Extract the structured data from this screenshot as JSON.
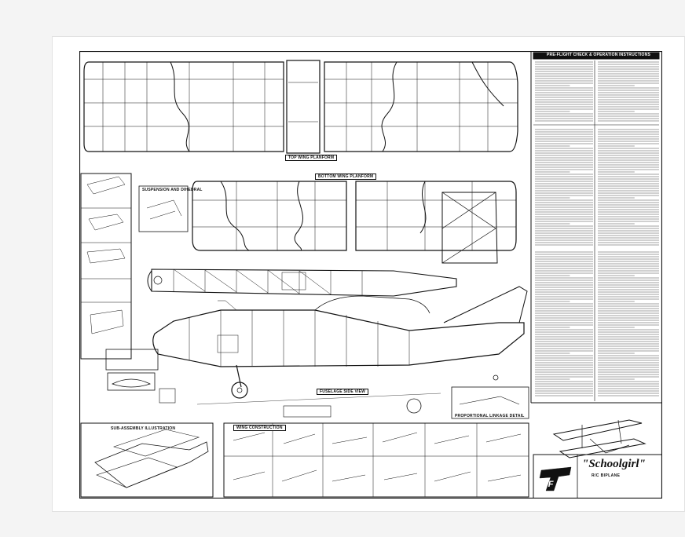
{
  "sheet": {
    "instructions_title": "PRE-FLIGHT CHECK & OPERATION INSTRUCTIONS",
    "top_wing_label": "TOP WING PLANFORM",
    "bottom_wing_label": "BOTTOM WING PLANFORM",
    "fuselage_label": "FUSELAGE SIDE VIEW",
    "assembly_label": "SUB-ASSEMBLY ILLUSTRATION",
    "construction_label": "WING CONSTRUCTION",
    "proportional_label": "PROPORTIONAL LINKAGE DETAIL",
    "dihedral_label": "SUSPENSION AND DIHEDRAL",
    "model_name": "\"Schoolgirl\"",
    "model_subtitle": "R/C BIPLANE",
    "logo_letters": "TF"
  },
  "colors": {
    "ink": "#111111",
    "paper": "#ffffff",
    "background": "#f4f4f4"
  }
}
